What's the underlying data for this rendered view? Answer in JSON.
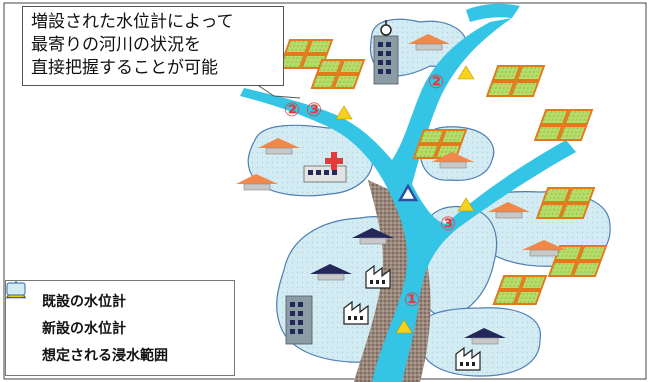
{
  "callout": {
    "lines": [
      "増設された水位計によって",
      "最寄りの河川の状況を",
      "直接把握することが可能"
    ]
  },
  "legend": {
    "existing": "既設の水位計",
    "new": "新設の水位計",
    "flood": "想定される浸水範囲"
  },
  "markers": {
    "one": "①",
    "two": "②",
    "three": "③"
  },
  "colors": {
    "river": "#33c4e6",
    "flood_fill": "#d3ebf2",
    "flood_stroke": "#4f7fb4",
    "bank": "#8e7a70",
    "field_fill": "#b8dc6a",
    "field_stroke": "#e07a1a",
    "roof_orange": "#f0884a",
    "roof_navy": "#24275a",
    "existing_gauge": "#2e4fa0",
    "new_gauge": "#f7d21a",
    "marker_red": "#e53a3a",
    "hospital_cross": "#e53a3a"
  }
}
